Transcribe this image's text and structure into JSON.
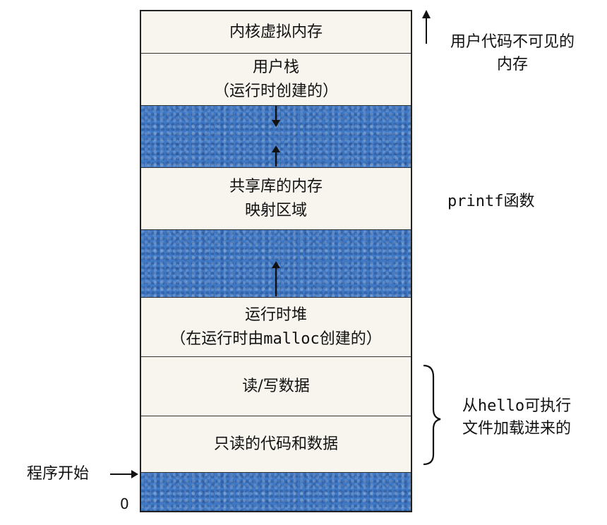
{
  "segments": {
    "kernel": "内核虚拟内存",
    "user_stack_line1": "用户栈",
    "user_stack_line2": "（运行时创建的）",
    "shared_line1": "共享库的内存",
    "shared_line2": "映射区域",
    "heap_line1": "运行时堆",
    "heap_line2_a": "（在运行时由",
    "heap_line2_code": "malloc",
    "heap_line2_b": "创建的）",
    "rw_data": "读/写数据",
    "ro_data": "只读的代码和数据"
  },
  "annotations": {
    "invisible_line1": "用户代码不可见的",
    "invisible_line2": "内存",
    "printf_code": "printf",
    "printf_text": "函数",
    "from_a": "从",
    "from_code": "hello",
    "from_b": "可执行",
    "from_line2": "文件加载进来的",
    "program_start": "程序开始",
    "zero": "0"
  },
  "colors": {
    "blue_fill": "#3f78c4",
    "light_fill": "#f8f5ee"
  }
}
